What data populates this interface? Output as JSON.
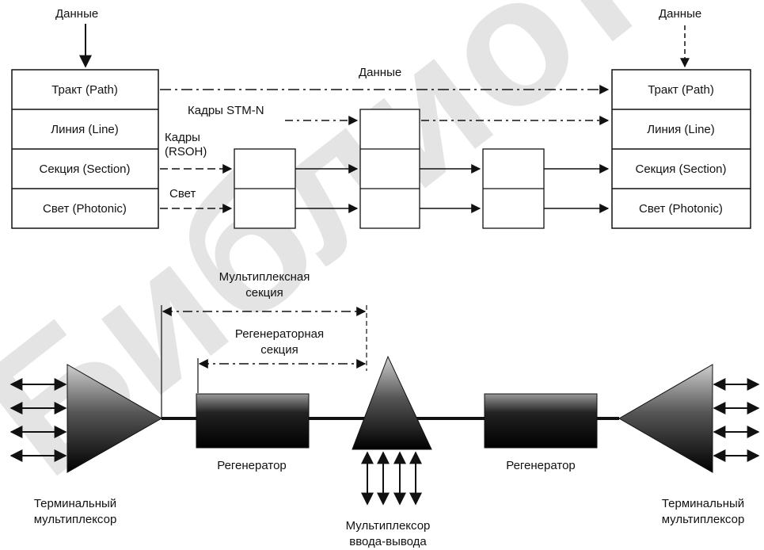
{
  "data_left": "Данные",
  "data_right": "Данные",
  "data_top": "Данные",
  "layers_left": [
    "Тракт (Path)",
    "Линия (Line)",
    "Секция (Section)",
    "Свет (Photonic)"
  ],
  "layers_right": [
    "Тракт (Path)",
    "Линия (Line)",
    "Секция (Section)",
    "Свет (Photonic)"
  ],
  "frames_stm": "Кадры STM-N",
  "frames_rsoh_1": "Кадры",
  "frames_rsoh_2": "(RSOH)",
  "light": "Свет",
  "mux_section_1": "Мультиплексная",
  "mux_section_2": "секция",
  "regen_section_1": "Регенераторная",
  "regen_section_2": "секция",
  "regenerator_1": "Регенератор",
  "regenerator_2": "Регенератор",
  "terminal_left_1": "Терминальный",
  "terminal_left_2": "мультиплексор",
  "terminal_right_1": "Терминальный",
  "terminal_right_2": "мультиплексор",
  "adm_1": "Мультиплексор",
  "adm_2": "ввода-вывода",
  "watermark": "Библиотека"
}
